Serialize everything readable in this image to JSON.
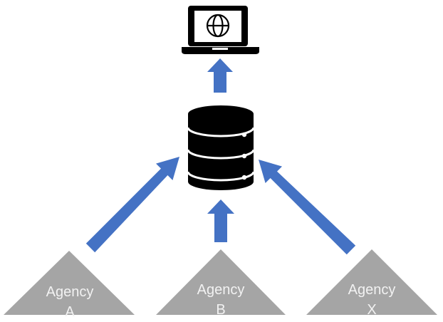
{
  "colors": {
    "arrow": "#4472c4",
    "triangle": "#a5a5a5",
    "device": "#000000",
    "label_text": "#f2f2f2",
    "background": "#ffffff"
  },
  "icons": {
    "top": "laptop-globe-icon",
    "center": "database-icon"
  },
  "agencies": [
    {
      "name": "Agency",
      "id": "A"
    },
    {
      "name": "Agency",
      "id": "B"
    },
    {
      "name": "Agency",
      "id": "X"
    }
  ]
}
